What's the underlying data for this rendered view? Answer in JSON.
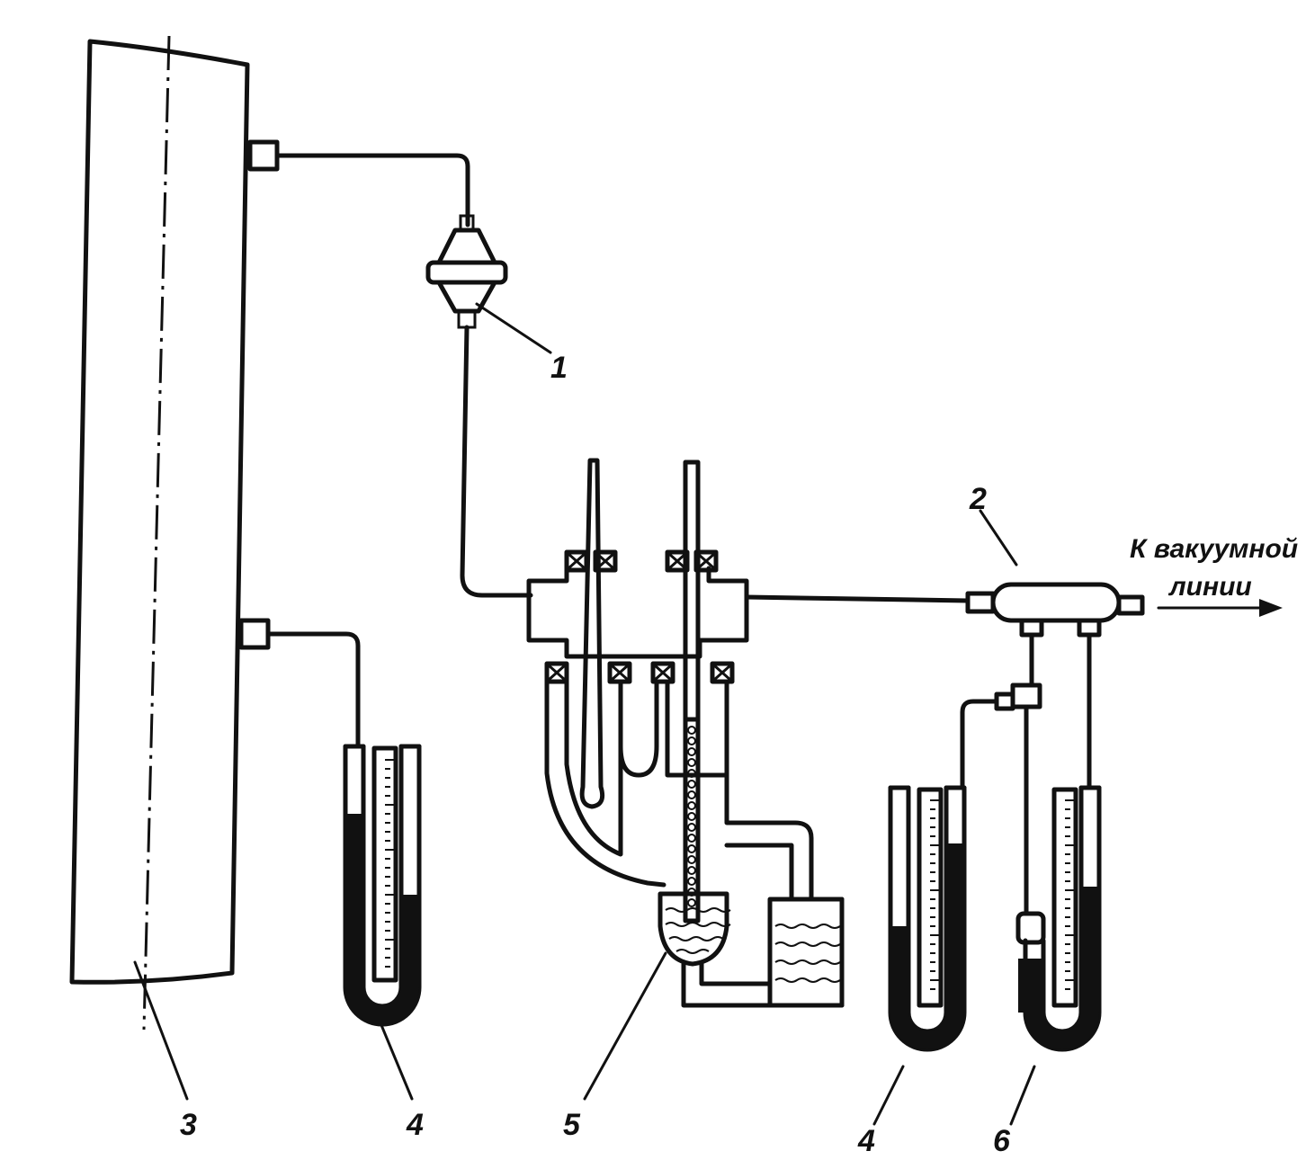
{
  "labels": {
    "n1": "1",
    "n2": "2",
    "n3": "3",
    "n4a": "4",
    "n4b": "4",
    "n5": "5",
    "n6": "6",
    "vacuum_line1": "К вакуумной",
    "vacuum_line2": "линии"
  }
}
